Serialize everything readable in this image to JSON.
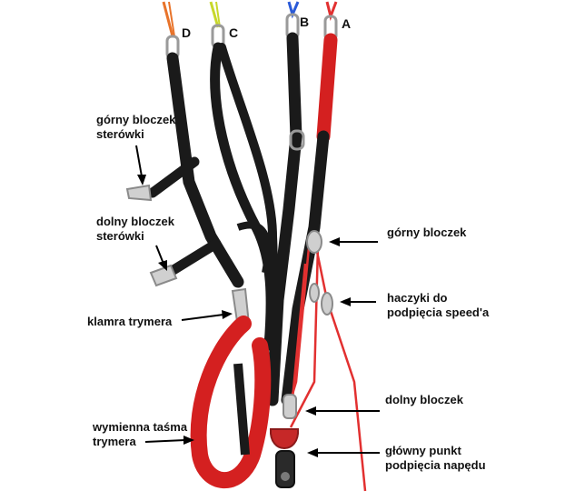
{
  "riser_labels": {
    "A": "A",
    "B": "B",
    "C": "C",
    "D": "D"
  },
  "annotations": {
    "gorny_bloczek_sterowki": {
      "line1": "górny bloczek",
      "line2": "sterówki"
    },
    "dolny_bloczek_sterowki": {
      "line1": "dolny bloczek",
      "line2": "sterówki"
    },
    "klamra_trymera": {
      "line1": "klamra trymera"
    },
    "wymienna_tasma_trymera": {
      "line1": "wymienna taśma",
      "line2": "trymera"
    },
    "gorny_bloczek": {
      "line1": "górny bloczek"
    },
    "haczyki_speed": {
      "line1": "haczyki do",
      "line2": "podpięcia speed'a"
    },
    "dolny_bloczek": {
      "line1": "dolny bloczek"
    },
    "glowny_punkt": {
      "line1": "główny punkt",
      "line2": "podpięcia napędu"
    }
  },
  "colors": {
    "webbing": "#1a1a1a",
    "red_webbing": "#d42020",
    "metal": "#b8b8b8",
    "arrow": "#000000",
    "line_orange": "#e8732a",
    "line_yellow": "#c8d82a",
    "line_blue": "#2a5ad8",
    "line_red": "#e23030"
  }
}
